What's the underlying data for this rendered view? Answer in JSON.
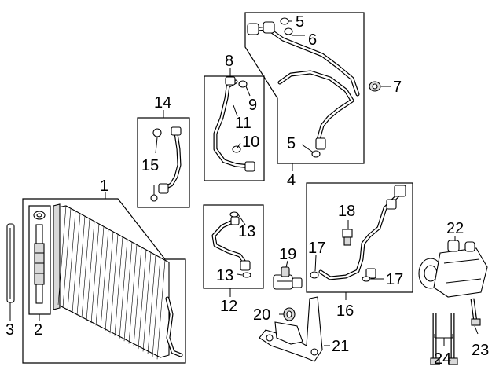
{
  "callouts": {
    "c1": "1",
    "c2": "2",
    "c3": "3",
    "c4": "4",
    "c5a": "5",
    "c5b": "5",
    "c6": "6",
    "c7": "7",
    "c8": "8",
    "c9": "9",
    "c10": "10",
    "c11": "11",
    "c12": "12",
    "c13a": "13",
    "c13b": "13",
    "c14": "14",
    "c15": "15",
    "c16": "16",
    "c17a": "17",
    "c17b": "17",
    "c18": "18",
    "c19": "19",
    "c20": "20",
    "c21": "21",
    "c22": "22",
    "c23": "23",
    "c24": "24"
  }
}
